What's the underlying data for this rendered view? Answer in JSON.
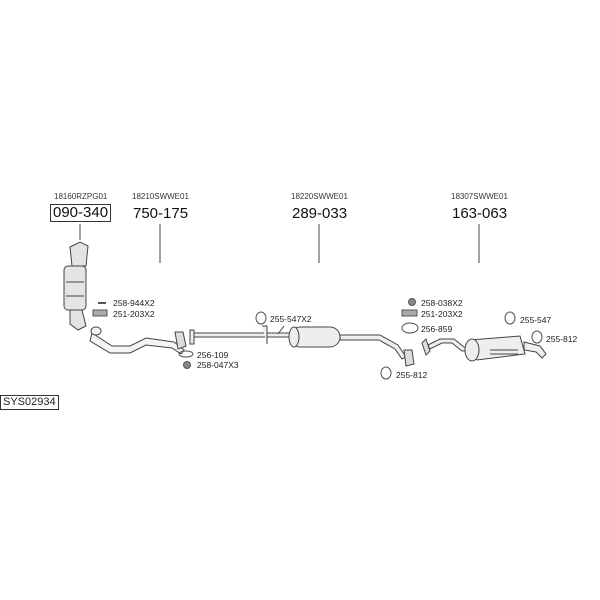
{
  "diagram_id": "SYS02934",
  "parts": [
    {
      "oem_code": "18160RZPG01",
      "part_number": "090-340",
      "highlighted": true
    },
    {
      "oem_code": "18210SWWE01",
      "part_number": "750-175"
    },
    {
      "oem_code": "18220SWWE01",
      "part_number": "289-033"
    },
    {
      "oem_code": "18307SWWE01",
      "part_number": "163-063"
    }
  ],
  "accessories": [
    {
      "label": "258-944X2",
      "icon": "bolt-icon"
    },
    {
      "label": "251-203X2",
      "icon": "spring-icon"
    },
    {
      "label": "256-109",
      "icon": "gasket-ring-icon"
    },
    {
      "label": "258-047X3",
      "icon": "nut-icon"
    },
    {
      "label": "255-547X2",
      "icon": "rubber-hanger-icon"
    },
    {
      "label": "255-812",
      "icon": "rubber-hanger-icon"
    },
    {
      "label": "258-038X2",
      "icon": "nut-icon"
    },
    {
      "label": "251-203X2",
      "icon": "spring-icon"
    },
    {
      "label": "256-859",
      "icon": "gasket-ring-icon"
    },
    {
      "label": "255-547",
      "icon": "rubber-hanger-icon"
    },
    {
      "label": "255-812",
      "icon": "rubber-hanger-icon"
    }
  ]
}
